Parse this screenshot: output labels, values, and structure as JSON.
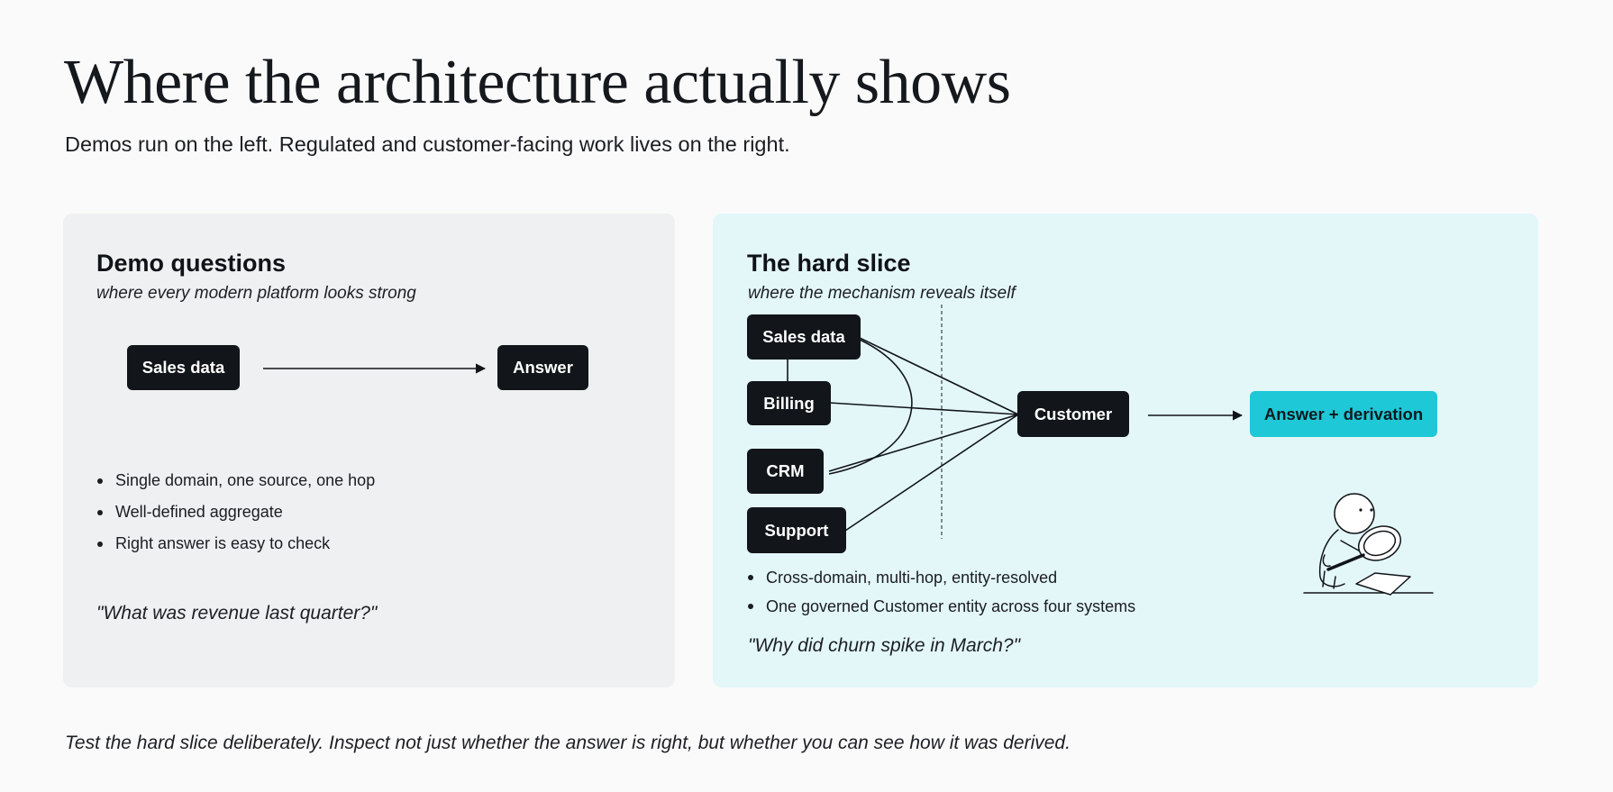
{
  "header": {
    "title": "Where the architecture actually shows",
    "subtitle": "Demos run on the left. Regulated and customer-facing work lives on the right."
  },
  "left_panel": {
    "title": "Demo questions",
    "subtitle": "where every modern platform looks strong",
    "nodes": {
      "source": "Sales data",
      "target": "Answer"
    },
    "bullets": [
      "Single domain, one source, one hop",
      "Well-defined aggregate",
      "Right answer is easy to check"
    ],
    "quote": "\"What was revenue last quarter?\""
  },
  "right_panel": {
    "title": "The hard slice",
    "subtitle": "where the mechanism reveals itself",
    "nodes": {
      "sales": "Sales data",
      "billing": "Billing",
      "crm": "CRM",
      "support": "Support",
      "customer": "Customer",
      "answer": "Answer + derivation"
    },
    "bullets": [
      "Cross-domain, multi-hop, entity-resolved",
      "One governed Customer entity across four systems"
    ],
    "quote": "\"Why did churn spike in March?\"",
    "illustration": "person-inspecting-document-with-magnifier"
  },
  "footer": {
    "note": "Test the hard slice deliberately. Inspect not just whether the answer is right, but whether you can see how it was derived."
  },
  "colors": {
    "background": "#fafafa",
    "left_panel": "#eef0f2",
    "right_panel": "#e3f7f9",
    "node": "#121519",
    "accent": "#1ec8d6"
  }
}
